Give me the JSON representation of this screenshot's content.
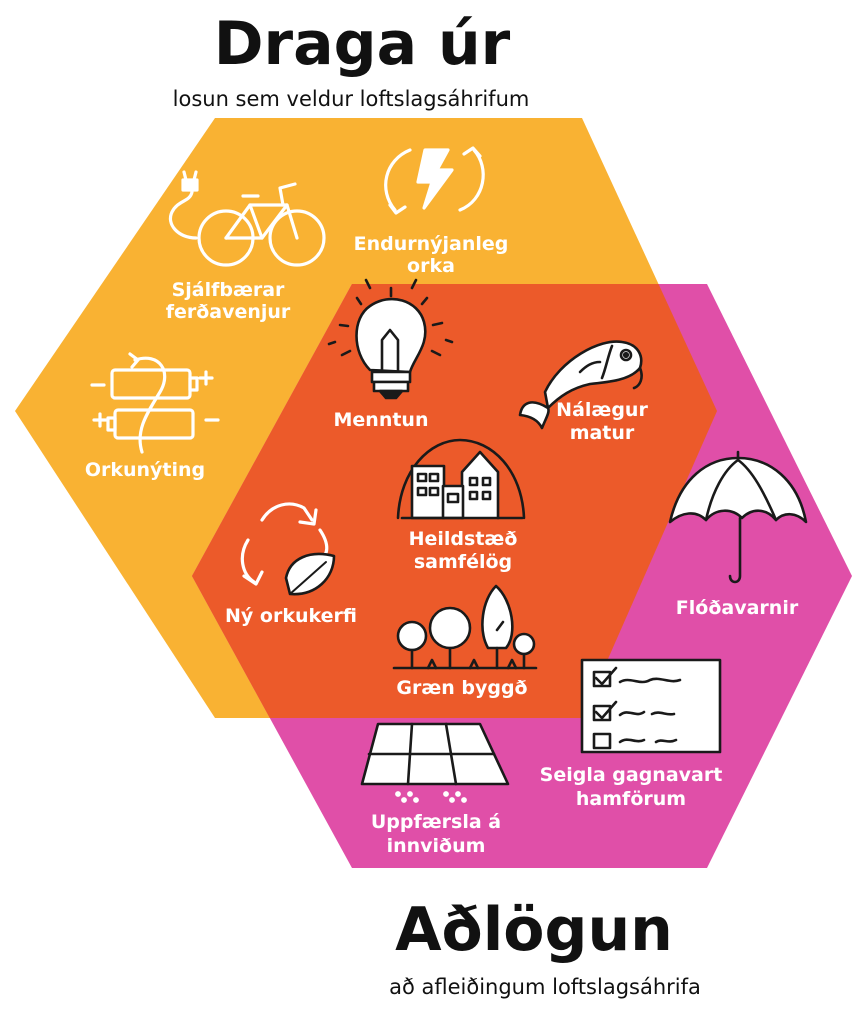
{
  "header": {
    "title": "Draga úr",
    "subtitle": "losun sem veldur loftslagsáhrifum"
  },
  "footer": {
    "title": "Aðlögun",
    "subtitle": "að afleiðingum loftslagsáhrifa"
  },
  "colors": {
    "mitigation_hexagon": "#f9b233",
    "adaptation_hexagon": "#e04fa8",
    "overlap": "#ec5a2a",
    "label_text": "#ffffff",
    "title_text": "#111111"
  },
  "items": {
    "sustainable_travel": {
      "label_line1": "Sjálfbærar",
      "label_line2": "ferðavenjur",
      "icon": "bicycle-icon"
    },
    "renewable_energy": {
      "label_line1": "Endurnýjanleg",
      "label_line2": "orka",
      "icon": "lightning-cycle-icon"
    },
    "energy_efficiency": {
      "label": "Orkunýting",
      "icon": "battery-icon"
    },
    "education": {
      "label": "Menntun",
      "icon": "lightbulb-icon"
    },
    "local_food": {
      "label_line1": "Nálægur",
      "label_line2": "matur",
      "icon": "fish-icon"
    },
    "integrated_communities": {
      "label_line1": "Heildstæð",
      "label_line2": "samfélög",
      "icon": "buildings-icon"
    },
    "new_energy_systems": {
      "label": "Ný orkukerfi",
      "icon": "recycle-leaf-icon"
    },
    "green_buildings": {
      "label": "Græn byggð",
      "icon": "trees-icon"
    },
    "flood_protection": {
      "label": "Flóðavarnir",
      "icon": "umbrella-icon"
    },
    "disaster_resilience": {
      "label_line1": "Seigla gagnavart",
      "label_line2": "hamförum",
      "icon": "checklist-icon"
    },
    "infrastructure_upgrade": {
      "label_line1": "Uppfærsla á",
      "label_line2": "innviðum",
      "icon": "pavement-icon"
    }
  }
}
